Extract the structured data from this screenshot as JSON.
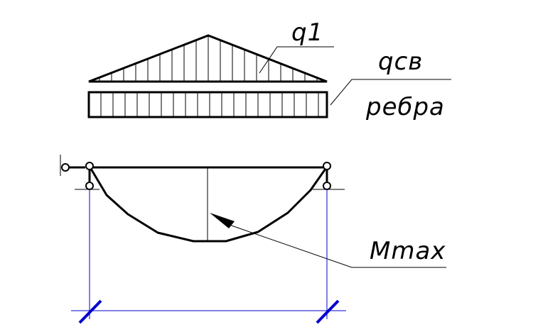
{
  "labels": {
    "q1": "q1",
    "qsv": "qсв",
    "rebra": "ребра",
    "mmax": "Mmax"
  },
  "colors": {
    "line": "#000000",
    "dimension": "#0000cc"
  }
}
